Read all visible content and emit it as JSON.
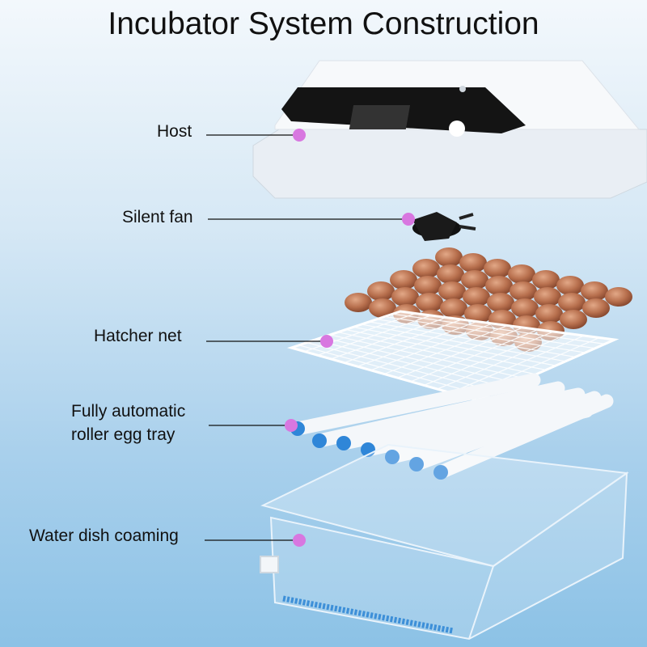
{
  "title": "Incubator System Construction",
  "labels": {
    "host": "Host",
    "fan": "Silent fan",
    "net": "Hatcher net",
    "tray_line1": "Fully automatic",
    "tray_line2": "roller egg tray",
    "water": "Water dish coaming"
  },
  "colors": {
    "marker": "#d877e0",
    "egg": "#b8704e",
    "roller_cap": "#2f86d8"
  }
}
